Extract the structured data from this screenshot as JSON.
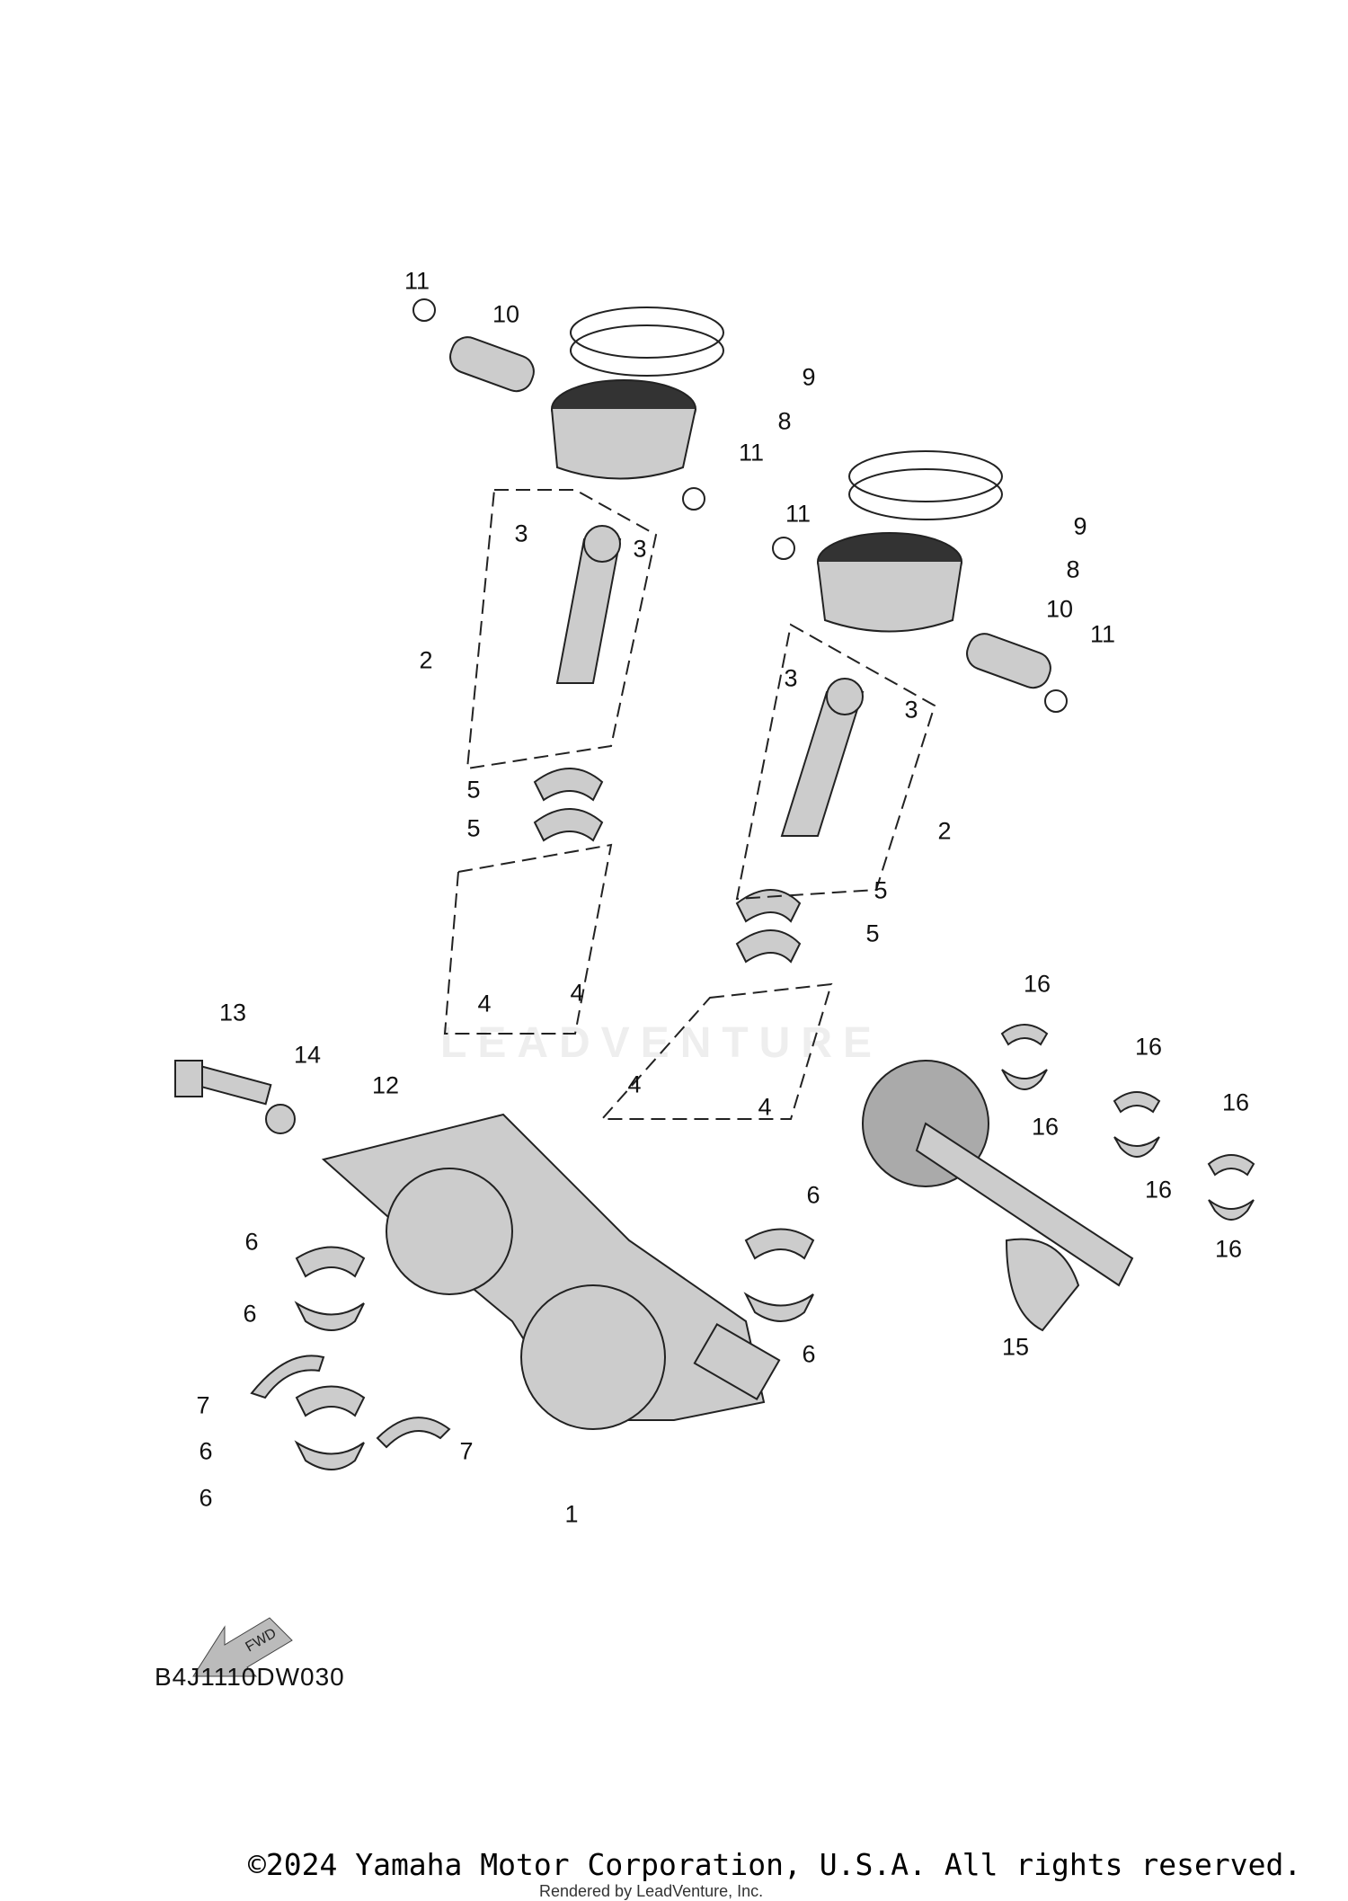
{
  "diagram": {
    "callouts": [
      {
        "id": "11a",
        "text": "11"
      },
      {
        "id": "10a",
        "text": "10"
      },
      {
        "id": "9a",
        "text": "9"
      },
      {
        "id": "8a",
        "text": "8"
      },
      {
        "id": "11b",
        "text": "11"
      },
      {
        "id": "11c",
        "text": "11"
      },
      {
        "id": "9b",
        "text": "9"
      },
      {
        "id": "8b",
        "text": "8"
      },
      {
        "id": "10b",
        "text": "10"
      },
      {
        "id": "11d",
        "text": "11"
      },
      {
        "id": "3a",
        "text": "3"
      },
      {
        "id": "3b",
        "text": "3"
      },
      {
        "id": "2a",
        "text": "2"
      },
      {
        "id": "3c",
        "text": "3"
      },
      {
        "id": "3d",
        "text": "3"
      },
      {
        "id": "2b",
        "text": "2"
      },
      {
        "id": "5a",
        "text": "5"
      },
      {
        "id": "5b",
        "text": "5"
      },
      {
        "id": "5c",
        "text": "5"
      },
      {
        "id": "5d",
        "text": "5"
      },
      {
        "id": "4a",
        "text": "4"
      },
      {
        "id": "4b",
        "text": "4"
      },
      {
        "id": "4c",
        "text": "4"
      },
      {
        "id": "4d",
        "text": "4"
      },
      {
        "id": "13",
        "text": "13"
      },
      {
        "id": "14",
        "text": "14"
      },
      {
        "id": "12",
        "text": "12"
      },
      {
        "id": "6a",
        "text": "6"
      },
      {
        "id": "6b",
        "text": "6"
      },
      {
        "id": "7a",
        "text": "7"
      },
      {
        "id": "6c",
        "text": "6"
      },
      {
        "id": "7b",
        "text": "7"
      },
      {
        "id": "6d",
        "text": "6"
      },
      {
        "id": "1",
        "text": "1"
      },
      {
        "id": "6e",
        "text": "6"
      },
      {
        "id": "6f",
        "text": "6"
      },
      {
        "id": "15",
        "text": "15"
      },
      {
        "id": "16a",
        "text": "16"
      },
      {
        "id": "16b",
        "text": "16"
      },
      {
        "id": "16c",
        "text": "16"
      },
      {
        "id": "16d",
        "text": "16"
      },
      {
        "id": "16e",
        "text": "16"
      },
      {
        "id": "16f",
        "text": "16"
      }
    ],
    "fwd_arrow_text": "FWD",
    "diagram_code": "B4J1110DW030",
    "watermark": "LEADVENTURE",
    "copyright": "©2024 Yamaha Motor Corporation, U.S.A. All rights reserved.",
    "rendered_by": "Rendered by LeadVenture, Inc."
  }
}
